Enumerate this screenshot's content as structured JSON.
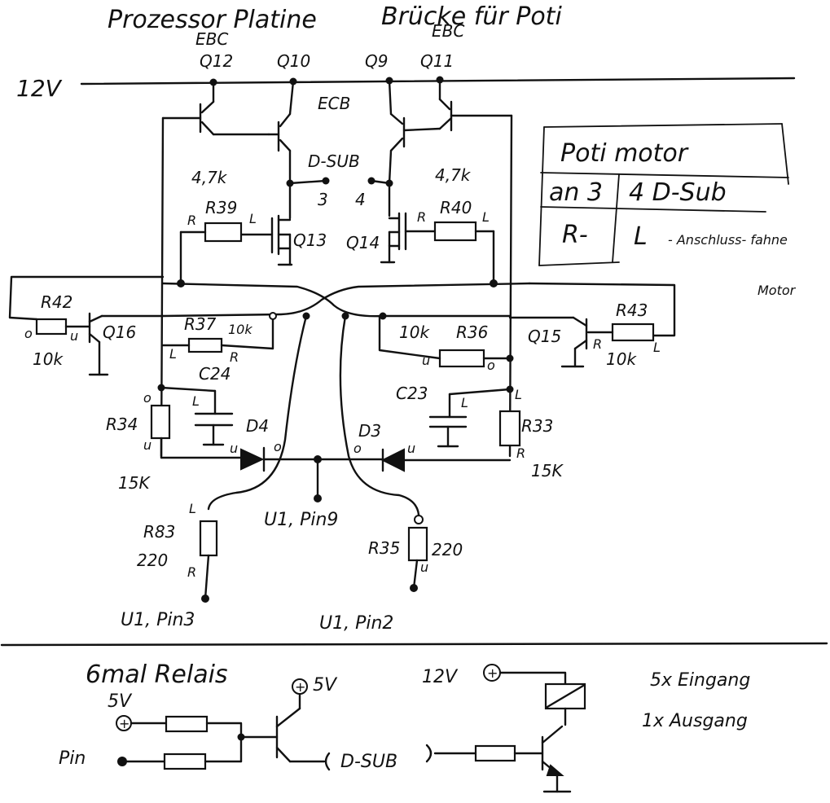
{
  "titles": {
    "left": "Prozessor Platine",
    "right": "Brücke für Poti"
  },
  "rail": {
    "label": "12V"
  },
  "transistors": {
    "q12": {
      "name": "Q12",
      "pins": "EBC"
    },
    "q10": {
      "name": "Q10"
    },
    "q9": {
      "name": "Q9"
    },
    "q11": {
      "name": "Q11",
      "pins": "EBC"
    },
    "q13": {
      "name": "Q13"
    },
    "q14": {
      "name": "Q14"
    },
    "q16": {
      "name": "Q16"
    },
    "q15": {
      "name": "Q15"
    }
  },
  "labels": {
    "ecb": "ECB",
    "dsub": "D-SUB",
    "pin3": "3",
    "pin4": "4",
    "r39_value": "4,7k",
    "r40_value": "4,7k",
    "l": "L",
    "r": "R",
    "u": "u",
    "o": "o",
    "ten_k": "10k",
    "fifteen_k": "15K",
    "fifteen_k_b": "15K",
    "two20": "220"
  },
  "resistors": {
    "r39": "R39",
    "r40": "R40",
    "r42": "R42",
    "r43": "R43",
    "r37": "R37",
    "r36": "R36",
    "r34": "R34",
    "r33": "R33",
    "r83": "R83",
    "r35": "R35"
  },
  "capacitors": {
    "c24": "C24",
    "c23": "C23"
  },
  "diodes": {
    "d4": "D4",
    "d3": "D3"
  },
  "pins": {
    "u1_pin9": "U1, Pin9",
    "u1_pin3": "U1, Pin3",
    "u1_pin2": "U1, Pin2"
  },
  "motor_box": {
    "title": "Poti motor",
    "row1_left": "an 3",
    "row1_right": "4 D-Sub",
    "row2_left": "R-",
    "row2_right": "L",
    "note": "- Anschluss- fahne",
    "note2": "Motor"
  },
  "relay_section": {
    "title": "6mal Relais",
    "v5_left": "5V",
    "pin": "Pin",
    "v5_top": "5V",
    "dsub": "D-SUB",
    "v12": "12V",
    "inputs": "5x Eingang",
    "outputs": "1x Ausgang"
  }
}
